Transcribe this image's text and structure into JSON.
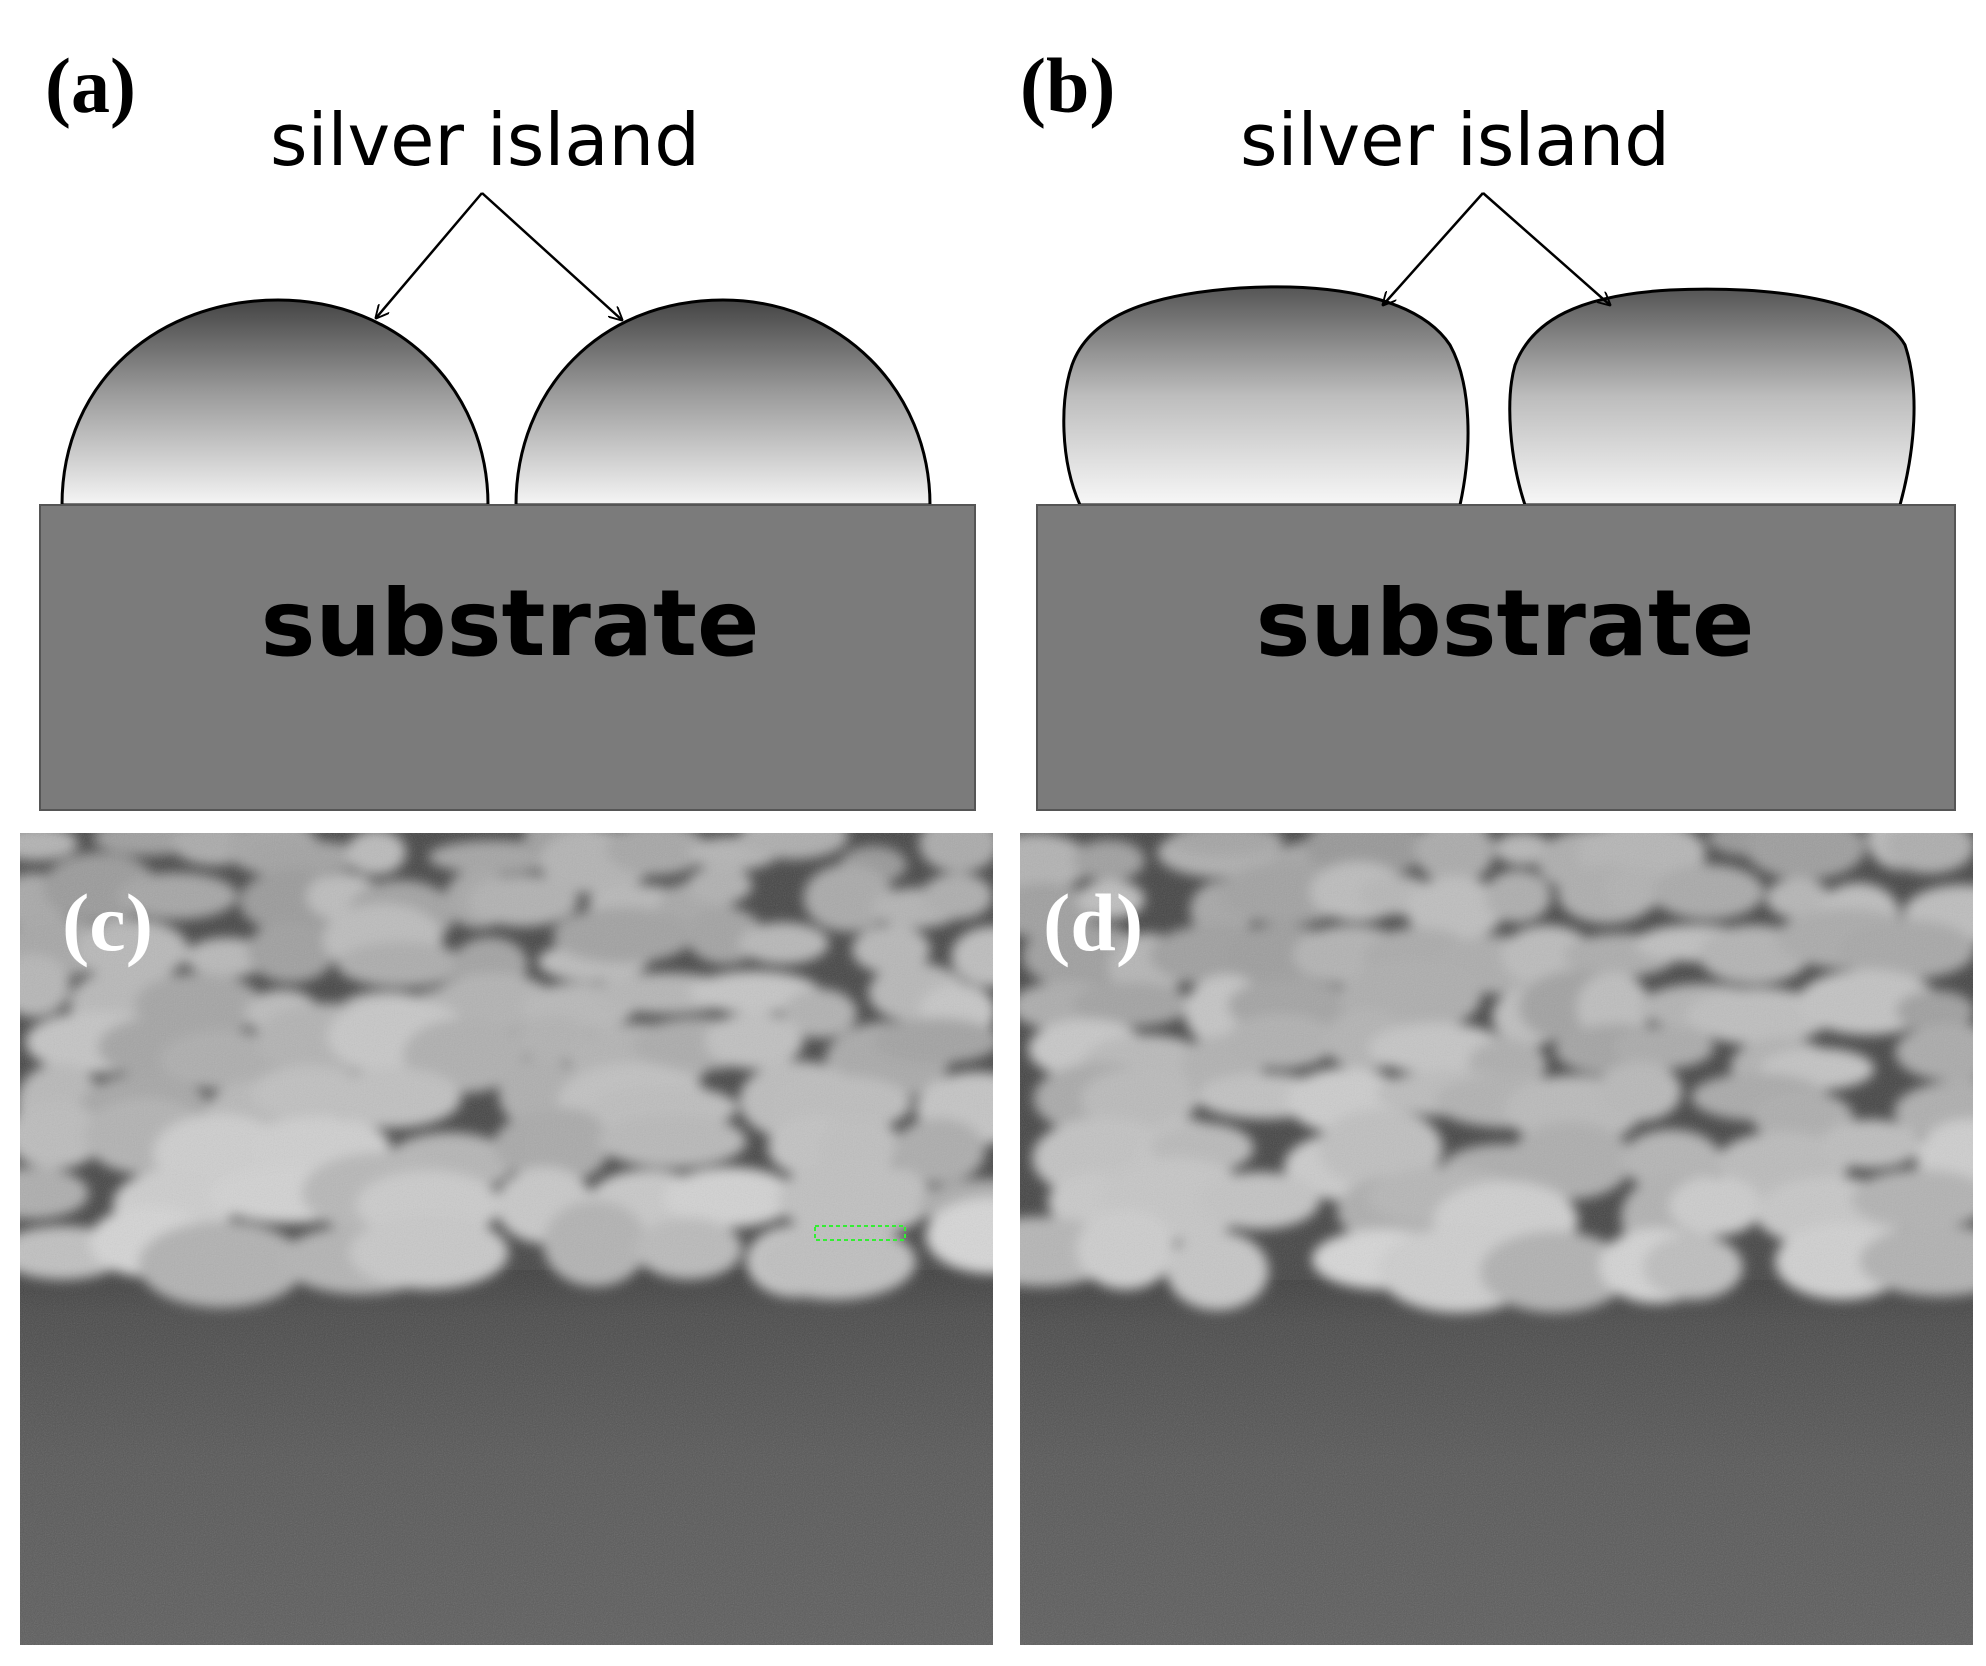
{
  "figure": {
    "panels": [
      {
        "id": "a",
        "label": "(a)",
        "island_label": "silver island",
        "substrate_label": "substrate",
        "island_shape": "hemispherical"
      },
      {
        "id": "b",
        "label": "(b)",
        "island_label": "silver island",
        "substrate_label": "substrate",
        "island_shape": "flattened"
      },
      {
        "id": "c",
        "label": "(c)",
        "type": "SEM micrograph"
      },
      {
        "id": "d",
        "label": "(d)",
        "type": "SEM micrograph"
      }
    ],
    "colors": {
      "substrate": "#7b7b7b",
      "outline": "#000000",
      "island_top": "#4a4a4a",
      "island_bottom": "#f4f4f4",
      "sem_particles": "#b2b2b2",
      "sem_background": "#444444",
      "sem_substrate": "#555555",
      "sem_label": "#ffffff",
      "scale_marker": "#33ee33"
    }
  }
}
